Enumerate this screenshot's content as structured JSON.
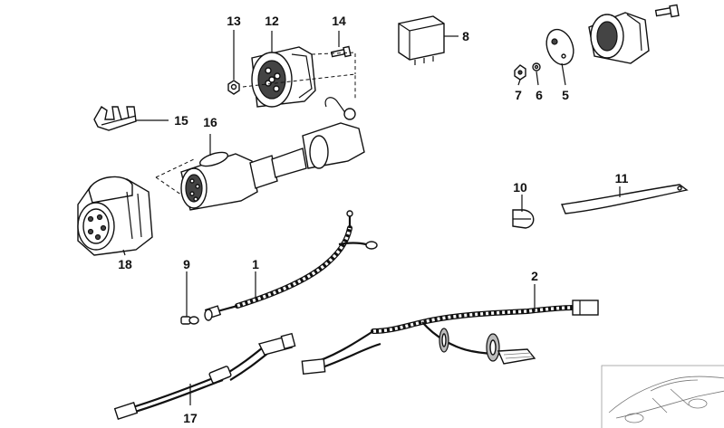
{
  "callouts": [
    {
      "id": "p1",
      "text": "1"
    },
    {
      "id": "p2",
      "text": "2"
    },
    {
      "id": "p5",
      "text": "5"
    },
    {
      "id": "p6",
      "text": "6"
    },
    {
      "id": "p7",
      "text": "7"
    },
    {
      "id": "p8",
      "text": "8"
    },
    {
      "id": "p9",
      "text": "9"
    },
    {
      "id": "p10",
      "text": "10"
    },
    {
      "id": "p11",
      "text": "11"
    },
    {
      "id": "p12",
      "text": "12"
    },
    {
      "id": "p13",
      "text": "13"
    },
    {
      "id": "p14",
      "text": "14"
    },
    {
      "id": "p15",
      "text": "15"
    },
    {
      "id": "p16",
      "text": "16"
    },
    {
      "id": "p17",
      "text": "17"
    },
    {
      "id": "p18",
      "text": "18"
    }
  ]
}
